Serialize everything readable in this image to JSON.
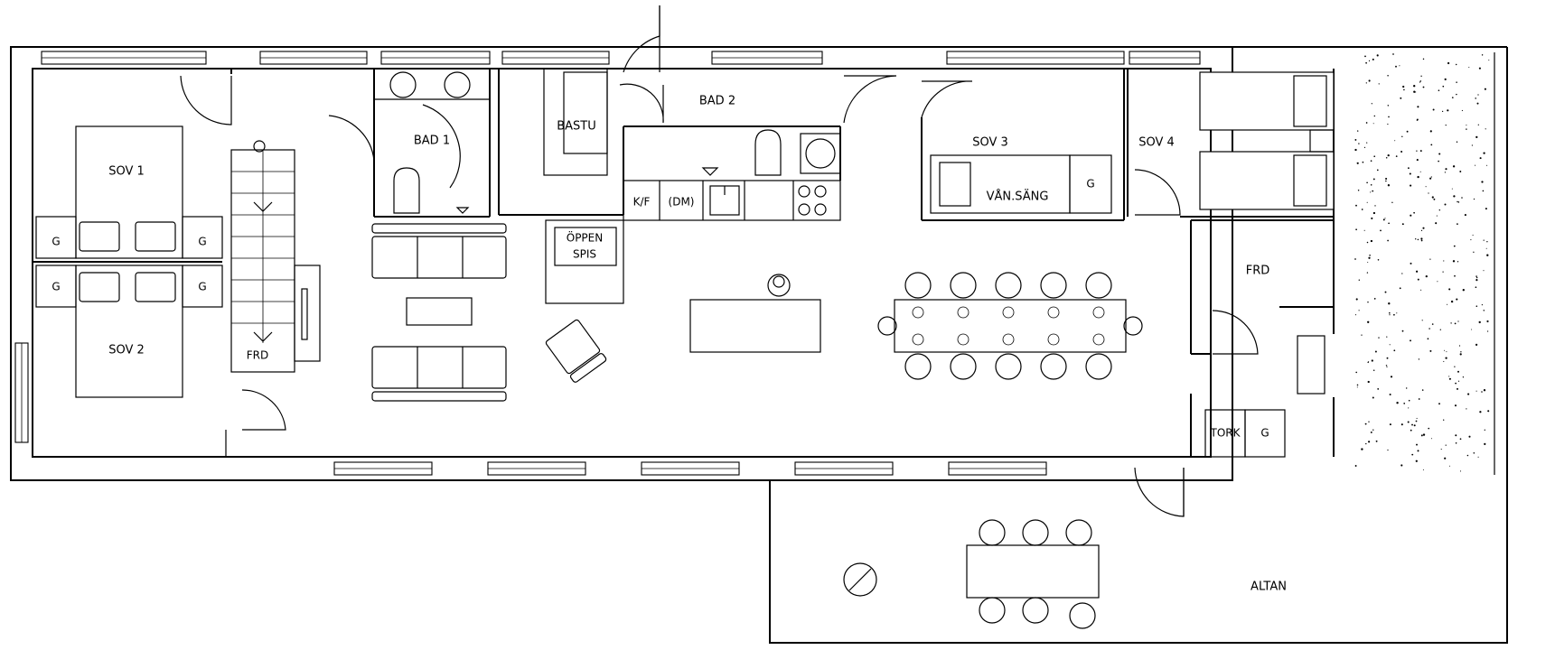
{
  "rooms": {
    "sov1": "SOV 1",
    "sov2": "SOV 2",
    "sov3": "SOV 3",
    "sov4": "SOV 4",
    "bad1": "BAD 1",
    "bad2": "BAD 2",
    "bastu": "BASTU",
    "frd_stair": "FRD",
    "frd_hall": "FRD",
    "altan": "ALTAN"
  },
  "fixtures": {
    "wardrobe": "G",
    "kf": "K/F",
    "dm": "(DM)",
    "oppen_spis_line1": "ÖPPEN",
    "oppen_spis_line2": "SPIS",
    "vansang": "VÅN.SÄNG",
    "tork": "TORK"
  }
}
